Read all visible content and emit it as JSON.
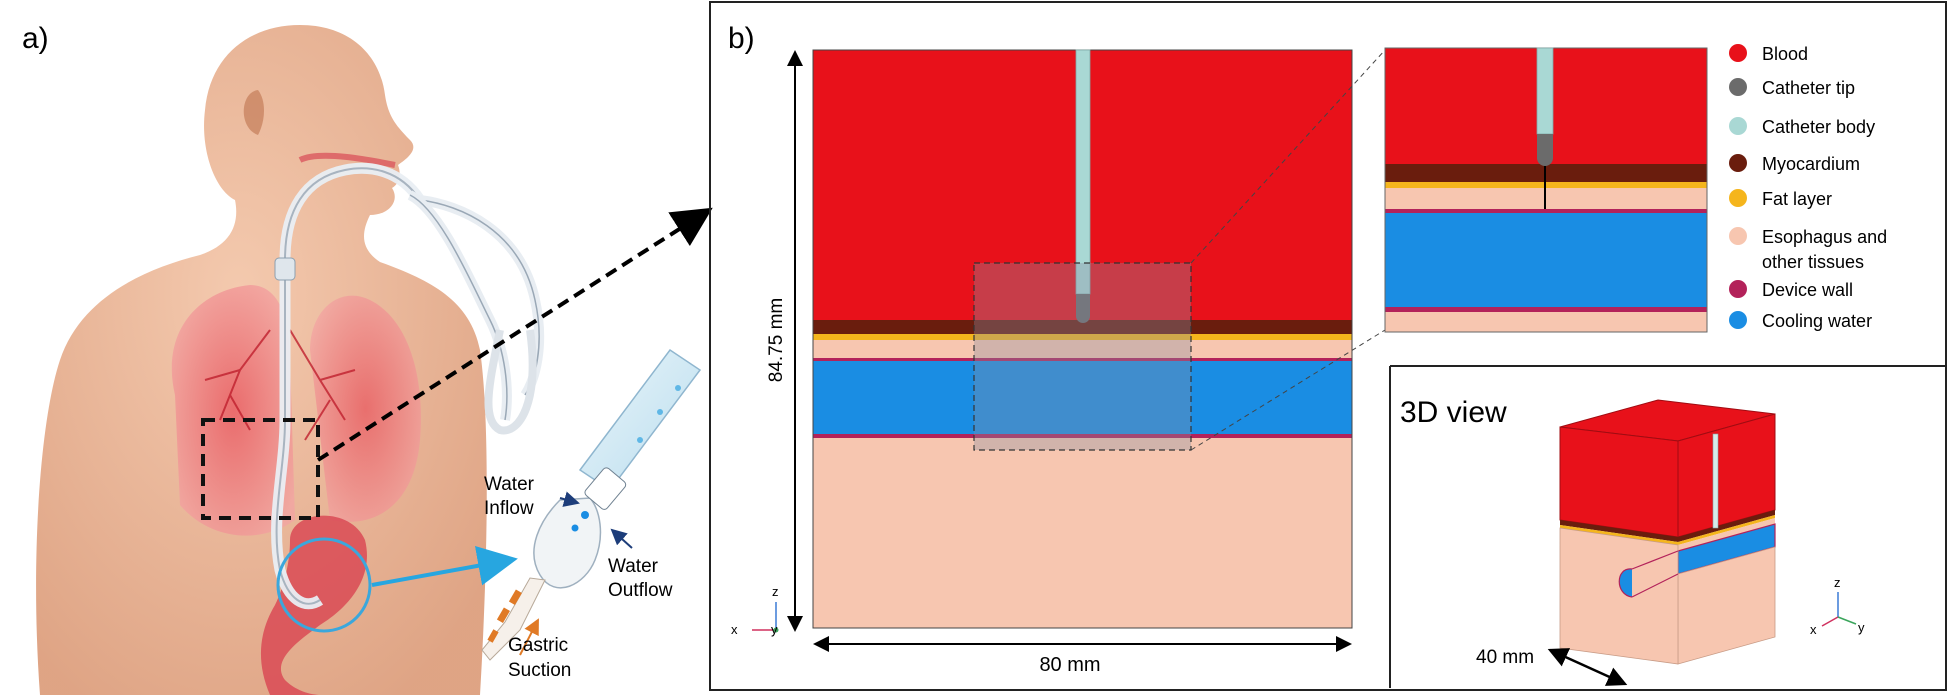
{
  "panel_a": {
    "label": "a)",
    "callouts": {
      "water_inflow_line1": "Water",
      "water_inflow_line2": "Inflow",
      "water_outflow_line1": "Water",
      "water_outflow_line2": "Outflow",
      "gastric_line1": "Gastric",
      "gastric_line2": "Suction"
    }
  },
  "panel_b": {
    "label": "b)",
    "height_label": "84.75 mm",
    "width_label": "80 mm",
    "axis": {
      "z": "z",
      "x": "x",
      "y": "y"
    },
    "view3d": {
      "title": "3D view",
      "depth_label": "40 mm",
      "axis": {
        "z": "z",
        "x": "x",
        "y": "y"
      }
    },
    "legend": [
      {
        "line1": "Blood",
        "line2": "",
        "color": "#e8111a"
      },
      {
        "line1": "Catheter tip",
        "line2": "",
        "color": "#6b6b6b"
      },
      {
        "line1": "Catheter body",
        "line2": "",
        "color": "#a9d8d4"
      },
      {
        "line1": "Myocardium",
        "line2": "",
        "color": "#6a1d0d"
      },
      {
        "line1": "Fat layer",
        "line2": "",
        "color": "#f5b51c"
      },
      {
        "line1": "Esophagus and",
        "line2": "other tissues",
        "color": "#f7c6b0"
      },
      {
        "line1": "Device wall",
        "line2": "",
        "color": "#b3225a"
      },
      {
        "line1": "Cooling water",
        "line2": "",
        "color": "#1a8de3"
      }
    ],
    "colors": {
      "blood": "#e8111a",
      "catheter_tip": "#6b6b6b",
      "catheter_body": "#a9d8d4",
      "myocardium": "#6a1d0d",
      "fat": "#f5b51c",
      "tissue": "#f7c6b0",
      "device_wall": "#b3225a",
      "water": "#1a8de3"
    }
  }
}
